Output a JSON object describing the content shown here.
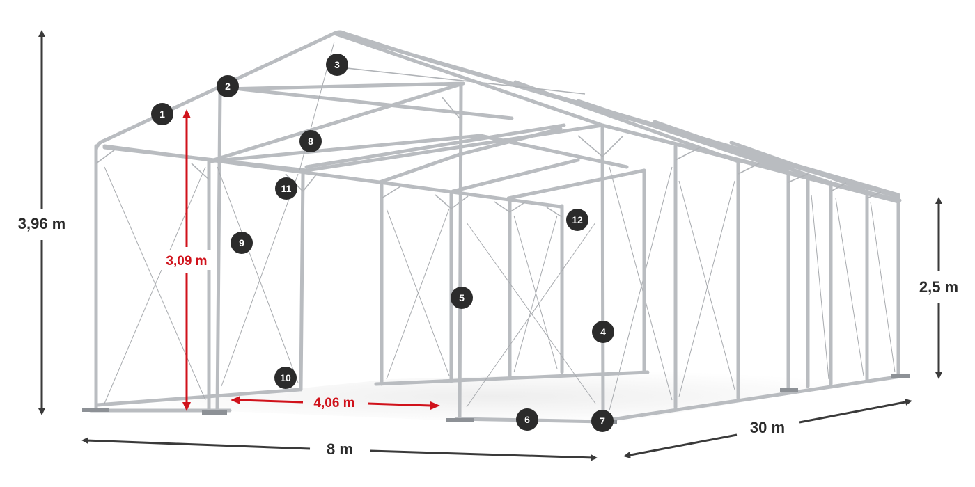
{
  "colors": {
    "frame": "#b9bcc0",
    "arrow_dark": "#3a3a3a",
    "arrow_red": "#d0121b",
    "badge": "#2b2b2b"
  },
  "dimensions": {
    "total_height": "3,96 m",
    "side_height": "2,5 m",
    "inner_height": "3,09 m",
    "inner_width": "4,06 m",
    "width": "8 m",
    "length": "30 m"
  },
  "badges": [
    "1",
    "2",
    "3",
    "4",
    "5",
    "6",
    "7",
    "8",
    "9",
    "10",
    "11",
    "12"
  ]
}
